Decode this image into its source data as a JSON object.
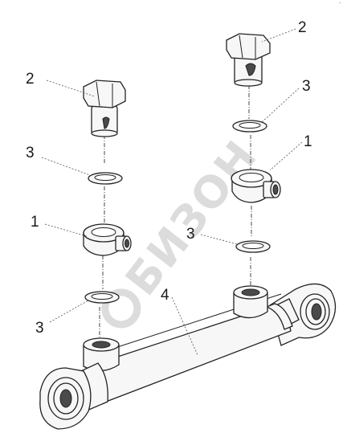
{
  "watermark": {
    "text": "БИЗОН"
  },
  "corner_mark": "¯",
  "callouts": {
    "bolt_left": "2",
    "bolt_right": "2",
    "washer_upper_left": "3",
    "washer_upper_right": "3",
    "fitting_left": "1",
    "fitting_right": "1",
    "washer_middle_right": "3",
    "washer_lower_left": "3",
    "cylinder": "4"
  },
  "colors": {
    "line": "#222222",
    "watermark": "#dcdcdc"
  }
}
